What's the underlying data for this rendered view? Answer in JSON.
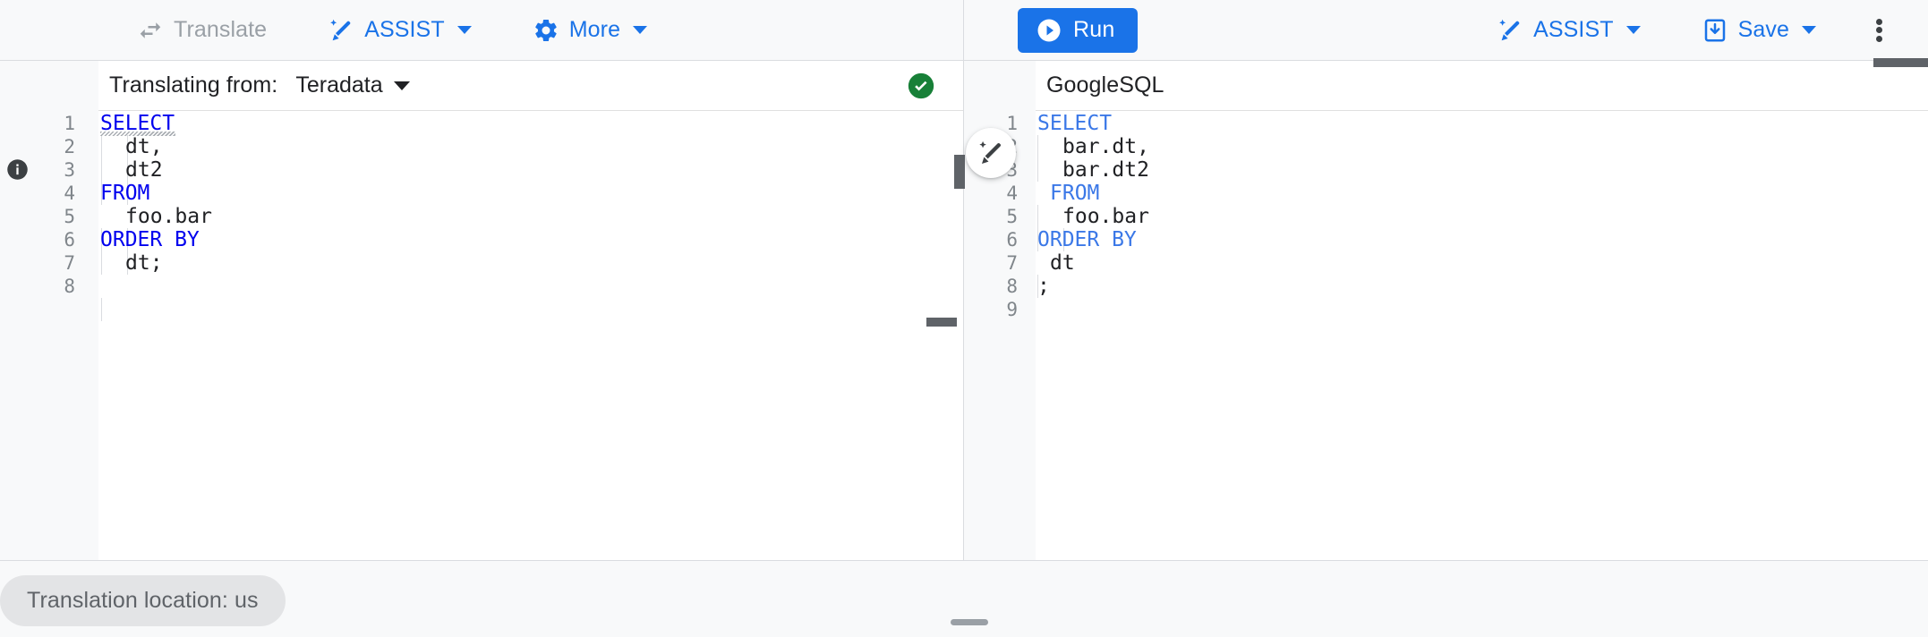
{
  "toolbar": {
    "left": {
      "translate_label": "Translate",
      "translate_icon": "swap-arrows-icon",
      "translate_disabled": true,
      "assist_label": "ASSIST",
      "assist_icon": "magic-wand-icon",
      "more_label": "More",
      "more_icon": "gear-icon"
    },
    "right": {
      "run_label": "Run",
      "run_icon": "play-circle-icon",
      "assist_label": "ASSIST",
      "assist_icon": "magic-wand-icon",
      "save_label": "Save",
      "save_icon": "save-disk-icon",
      "overflow_icon": "more-vert-icon"
    }
  },
  "left_pane": {
    "header_label": "Translating from:",
    "dialect": "Teradata",
    "status_icon": "check-circle-icon",
    "status_color": "#188038",
    "info_icon": "info-icon",
    "keyword_color": "#0000ee",
    "lines": [
      {
        "n": "1",
        "text": "SELECT",
        "kw": true,
        "squiggly": true,
        "indent": 0
      },
      {
        "n": "2",
        "text": "dt,",
        "kw": false,
        "squiggly": false,
        "indent": 2
      },
      {
        "n": "3",
        "text": "dt2",
        "kw": false,
        "squiggly": false,
        "indent": 2
      },
      {
        "n": "4",
        "text": "FROM",
        "kw": true,
        "squiggly": false,
        "indent": 0
      },
      {
        "n": "5",
        "text": "foo.bar",
        "kw": false,
        "squiggly": false,
        "indent": 2
      },
      {
        "n": "6",
        "text": "ORDER BY",
        "kw": true,
        "squiggly": false,
        "indent": 0
      },
      {
        "n": "7",
        "text": "dt;",
        "kw": false,
        "squiggly": false,
        "indent": 2
      },
      {
        "n": "8",
        "text": "",
        "kw": false,
        "squiggly": false,
        "indent": 0
      }
    ]
  },
  "right_pane": {
    "header_label": "GoogleSQL",
    "keyword_color": "#3b78e7",
    "magic_icon": "magic-wand-edit-icon",
    "lines": [
      {
        "n": "1",
        "text": "SELECT",
        "kw": true,
        "indent": 0
      },
      {
        "n": "2",
        "text": "bar.dt,",
        "kw": false,
        "indent": 2
      },
      {
        "n": "3",
        "text": "bar.dt2",
        "kw": false,
        "indent": 2
      },
      {
        "n": "4",
        "text": "FROM",
        "kw": true,
        "indent": 1
      },
      {
        "n": "5",
        "text": "foo.bar",
        "kw": false,
        "indent": 2
      },
      {
        "n": "6",
        "text": "ORDER BY",
        "kw": true,
        "indent": 0
      },
      {
        "n": "7",
        "text": "dt",
        "kw": false,
        "indent": 1
      },
      {
        "n": "8",
        "text": ";",
        "kw": false,
        "indent": 0
      },
      {
        "n": "9",
        "text": "",
        "kw": false,
        "indent": 0
      }
    ]
  },
  "status_bar": {
    "location_chip": "Translation location: us",
    "drag_handle": "resize-handle"
  },
  "colors": {
    "accent_blue": "#1a73e8",
    "toolbar_bg": "#f8f9fa",
    "border": "#dadce0",
    "disabled_text": "#9aa0a6",
    "success_green": "#188038"
  }
}
